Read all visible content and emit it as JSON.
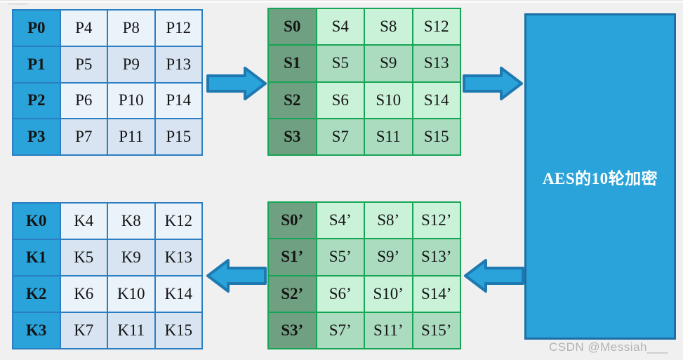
{
  "matrices": {
    "plaintext": {
      "rows": [
        [
          "P0",
          "P4",
          "P8",
          "P12"
        ],
        [
          "P1",
          "P5",
          "P9",
          "P13"
        ],
        [
          "P2",
          "P6",
          "P10",
          "P14"
        ],
        [
          "P3",
          "P7",
          "P11",
          "P15"
        ]
      ]
    },
    "state": {
      "rows": [
        [
          "S0",
          "S4",
          "S8",
          "S12"
        ],
        [
          "S1",
          "S5",
          "S9",
          "S13"
        ],
        [
          "S2",
          "S6",
          "S10",
          "S14"
        ],
        [
          "S3",
          "S7",
          "S11",
          "S15"
        ]
      ]
    },
    "key": {
      "rows": [
        [
          "K0",
          "K4",
          "K8",
          "K12"
        ],
        [
          "K1",
          "K5",
          "K9",
          "K13"
        ],
        [
          "K2",
          "K6",
          "K10",
          "K14"
        ],
        [
          "K3",
          "K7",
          "K11",
          "K15"
        ]
      ]
    },
    "state_out": {
      "rows": [
        [
          "S0’",
          "S4’",
          "S8’",
          "S12’"
        ],
        [
          "S1’",
          "S5’",
          "S9’",
          "S13’"
        ],
        [
          "S2’",
          "S6’",
          "S10’",
          "S14’"
        ],
        [
          "S3’",
          "S7’",
          "S11’",
          "S15’"
        ]
      ]
    }
  },
  "process_box": {
    "label": "AES的10轮加密"
  },
  "arrows": {
    "items": [
      {
        "name": "arrow-p-to-s",
        "direction": "right"
      },
      {
        "name": "arrow-s-to-aes",
        "direction": "right"
      },
      {
        "name": "arrow-aes-to-sp",
        "direction": "left"
      },
      {
        "name": "arrow-sp-to-k",
        "direction": "left"
      }
    ]
  },
  "watermark": {
    "text": "CSDN @Messiah___"
  },
  "colors": {
    "page_bg": "#f0f0f1",
    "blue_border": "#2b7ec1",
    "blue_header": "#29a3da",
    "blue_cell": "#eaf2fa",
    "blue_cell_alt": "#d8e4f1",
    "green_border": "#16a455",
    "green_header": "#70a082",
    "green_cell": "#c9f2d9",
    "green_cell_alt": "#abdcc0",
    "box_fill": "#29a3da",
    "box_border": "#1d6fa3",
    "box_text": "#ffffff",
    "arrow_fill": "#2aa2da",
    "arrow_stroke": "#1e79b0",
    "cell_text": "#141414",
    "watermark_color": "#b3b3b3"
  }
}
